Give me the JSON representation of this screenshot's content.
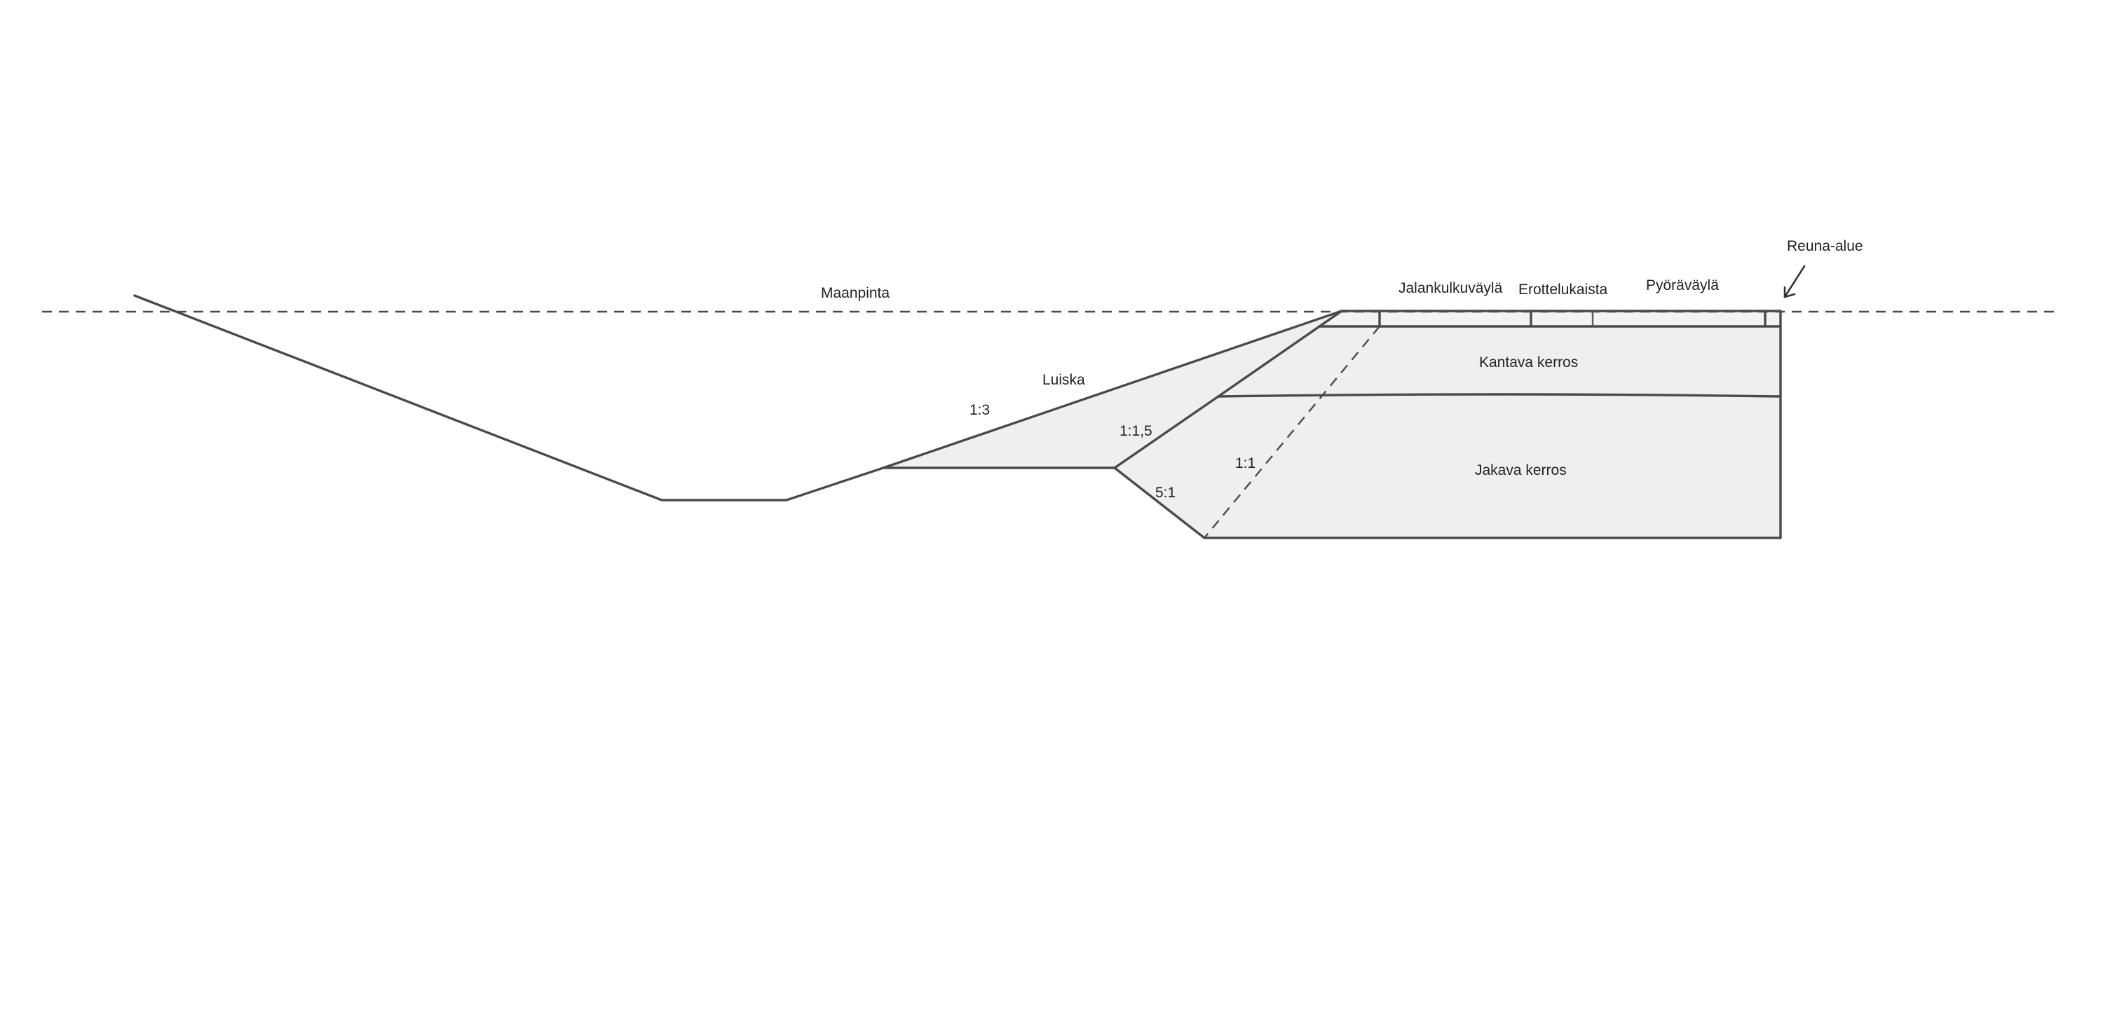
{
  "labels": {
    "ground_surface": "Maanpinta",
    "slope": "Luiska",
    "footway": "Jalankulkuväylä",
    "separation_strip": "Erottelukaista",
    "cycleway": "Pyöräväylä",
    "edge_area": "Reuna-alue",
    "base_course": "Kantava kerros",
    "sub_base": "Jakava kerros"
  },
  "ratios": {
    "outer_slope": "1:3",
    "inner_slope": "1:1,5",
    "dashed_slope": "1:1",
    "bottom_slope": "5:1"
  },
  "colors": {
    "line": "#4a4a4a",
    "fill": "#efefef",
    "text": "#222222",
    "background": "#ffffff"
  }
}
